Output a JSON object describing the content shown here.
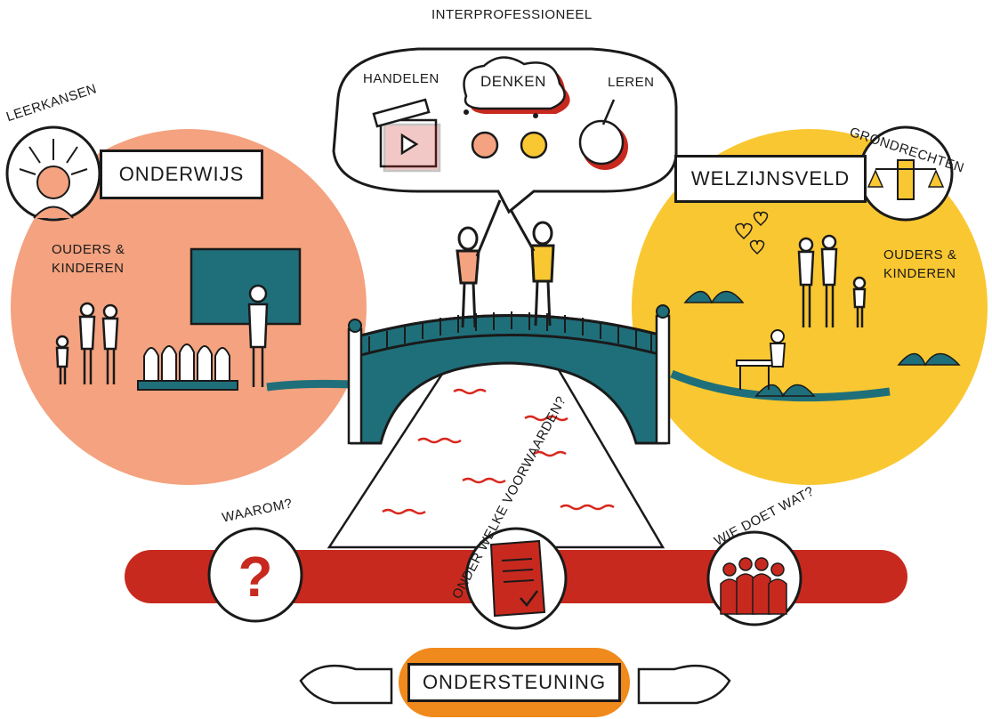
{
  "title": "INTERPROFESSIONEEL",
  "bubble": {
    "handelen": "HANDELEN",
    "denken": "DENKEN",
    "leren": "LEREN"
  },
  "left": {
    "top_label": "LEERKANSEN",
    "box_label": "ONDERWIJS",
    "people_label_1": "OUDERS &",
    "people_label_2": "KINDEREN",
    "color": "#f4a27f"
  },
  "right": {
    "top_label": "GRONDRECHTEN",
    "box_label": "WELZIJNSVELD",
    "people_label_1": "OUDERS &",
    "people_label_2": "KINDEREN",
    "color": "#f9c731"
  },
  "bottom": {
    "waarom": "WAAROM?",
    "voorwaarden": "ONDER WELKE VOORWAARDEN?",
    "wie": "WIE DOET WAT?",
    "band_color": "#c8291e"
  },
  "support": {
    "label": "ONDERSTEUNING",
    "color": "#f08a1c"
  },
  "accent_teal": "#1f6f7a"
}
